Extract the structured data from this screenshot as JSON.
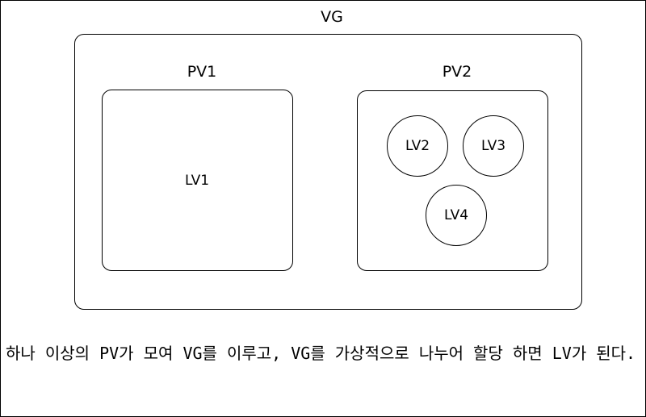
{
  "diagram": {
    "vg": {
      "label": "VG"
    },
    "pvs": [
      {
        "label": "PV1",
        "lvs": [
          {
            "label": "LV1"
          }
        ]
      },
      {
        "label": "PV2",
        "lvs": [
          {
            "label": "LV2"
          },
          {
            "label": "LV3"
          },
          {
            "label": "LV4"
          }
        ]
      }
    ]
  },
  "caption": "하나 이상의 PV가 모여 VG를 이루고, VG를 가상적으로 나누어 할당 하면 LV가 된다."
}
